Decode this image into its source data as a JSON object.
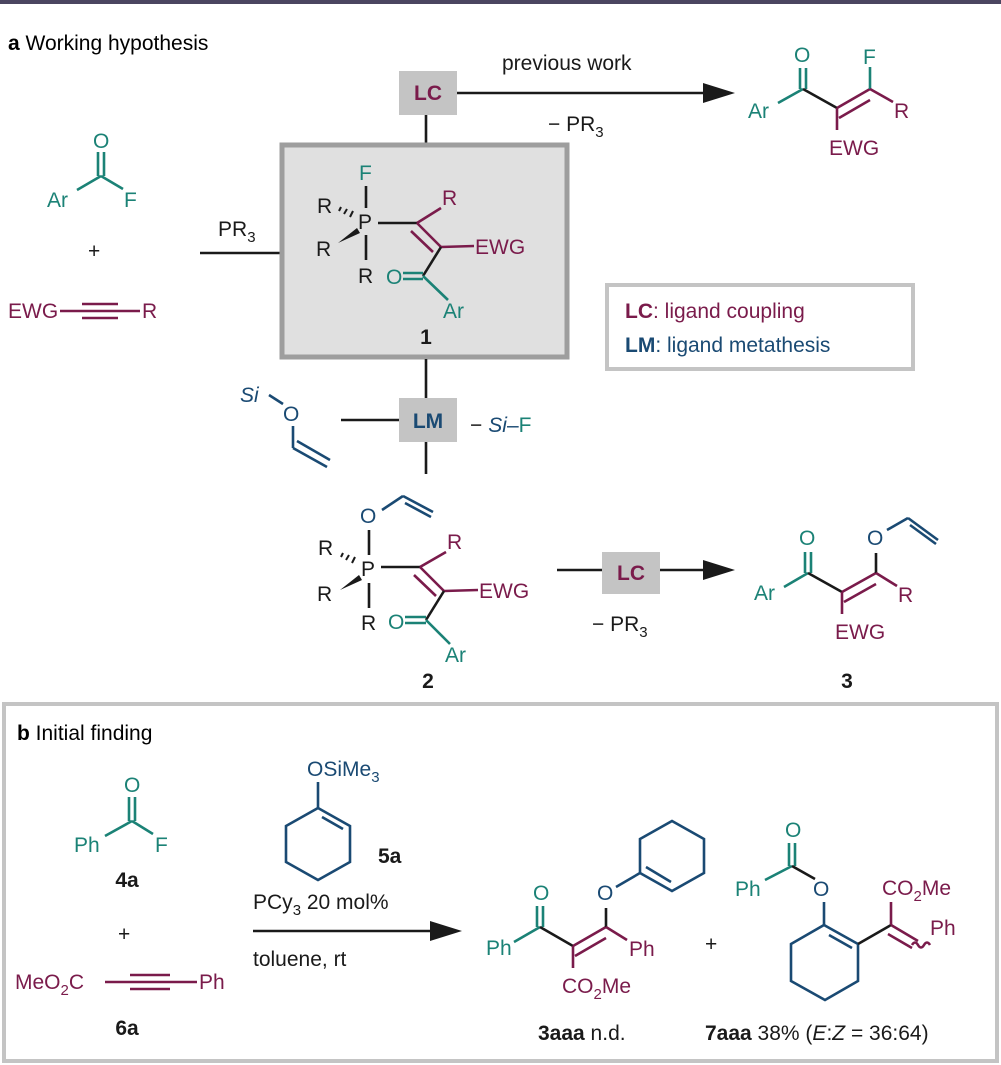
{
  "panel_a": {
    "letter": "a",
    "title": "Working hypothesis",
    "top_arrow": {
      "above": "previous work",
      "below_minus": "− PR",
      "below_sub": "3"
    },
    "lc_label": "LC",
    "lm_label": "LM",
    "pr3_reagent": {
      "main": "PR",
      "sub": "3"
    },
    "plus": "+",
    "acyl_fluoride": {
      "O": "O",
      "Ar": "Ar",
      "F": "F"
    },
    "alkyne": {
      "EWG": "EWG",
      "R": "R"
    },
    "intermediate_1": {
      "F": "F",
      "P": "P",
      "R": "R",
      "EWG": "EWG",
      "O": "O",
      "Ar": "Ar",
      "label": "1"
    },
    "product_top": {
      "O": "O",
      "F": "F",
      "Ar": "Ar",
      "R": "R",
      "EWG": "EWG"
    },
    "legend": [
      {
        "abbr": "LC",
        "text": ": ligand coupling",
        "color": "#7a1b4b"
      },
      {
        "abbr": "LM",
        "text": ": ligand metathesis",
        "color": "#1a4a73"
      }
    ],
    "silyl_enol_ether": {
      "Si": "Si",
      "O": "O"
    },
    "lm_byproduct": {
      "minus": "−",
      "Si": "Si",
      "F": "F"
    },
    "intermediate_2": {
      "O": "O",
      "P": "P",
      "R": "R",
      "EWG": "EWG",
      "Ar": "Ar",
      "label": "2"
    },
    "bottom_arrow": {
      "below_minus": "− PR",
      "below_sub": "3"
    },
    "product_3": {
      "O": "O",
      "Ar": "Ar",
      "R": "R",
      "EWG": "EWG",
      "label": "3"
    }
  },
  "panel_b": {
    "letter": "b",
    "title": "Initial finding",
    "compound_4a": {
      "O": "O",
      "Ph": "Ph",
      "F": "F",
      "label": "4a"
    },
    "plus": "+",
    "compound_6a": {
      "left_main": "MeO",
      "left_sub": "2",
      "left_end": "C",
      "Ph": "Ph",
      "label": "6a"
    },
    "compound_5a": {
      "substituent_main": "OSiMe",
      "substituent_sub": "3",
      "label": "5a"
    },
    "conditions": {
      "catalyst_main": "PCy",
      "catalyst_sub": "3",
      "catalyst_rest": " 20 mol%",
      "solvent": "toluene, rt"
    },
    "product_3aaa": {
      "O1": "O",
      "O2": "O",
      "Ph1": "Ph",
      "Ph2": "Ph",
      "ester_main": "CO",
      "ester_sub": "2",
      "ester_end": "Me",
      "label": "3aaa",
      "result": " n.d."
    },
    "product_7aaa": {
      "O1": "O",
      "O2": "O",
      "Ph1": "Ph",
      "Ph2": "Ph",
      "ester_main": "CO",
      "ester_sub": "2",
      "ester_end": "Me",
      "label": "7aaa",
      "yield": " 38% (",
      "E": "E",
      "colon": ":",
      "Z": "Z",
      "ratio": " = 36:64)"
    }
  },
  "colors": {
    "acyl": "#1b8276",
    "alkyne": "#7a1b4b",
    "silyl": "#1a4a73",
    "box_fill": "#e0e0e0",
    "box_border": "#9e9e9e",
    "tag_fill": "#c4c4c4"
  }
}
